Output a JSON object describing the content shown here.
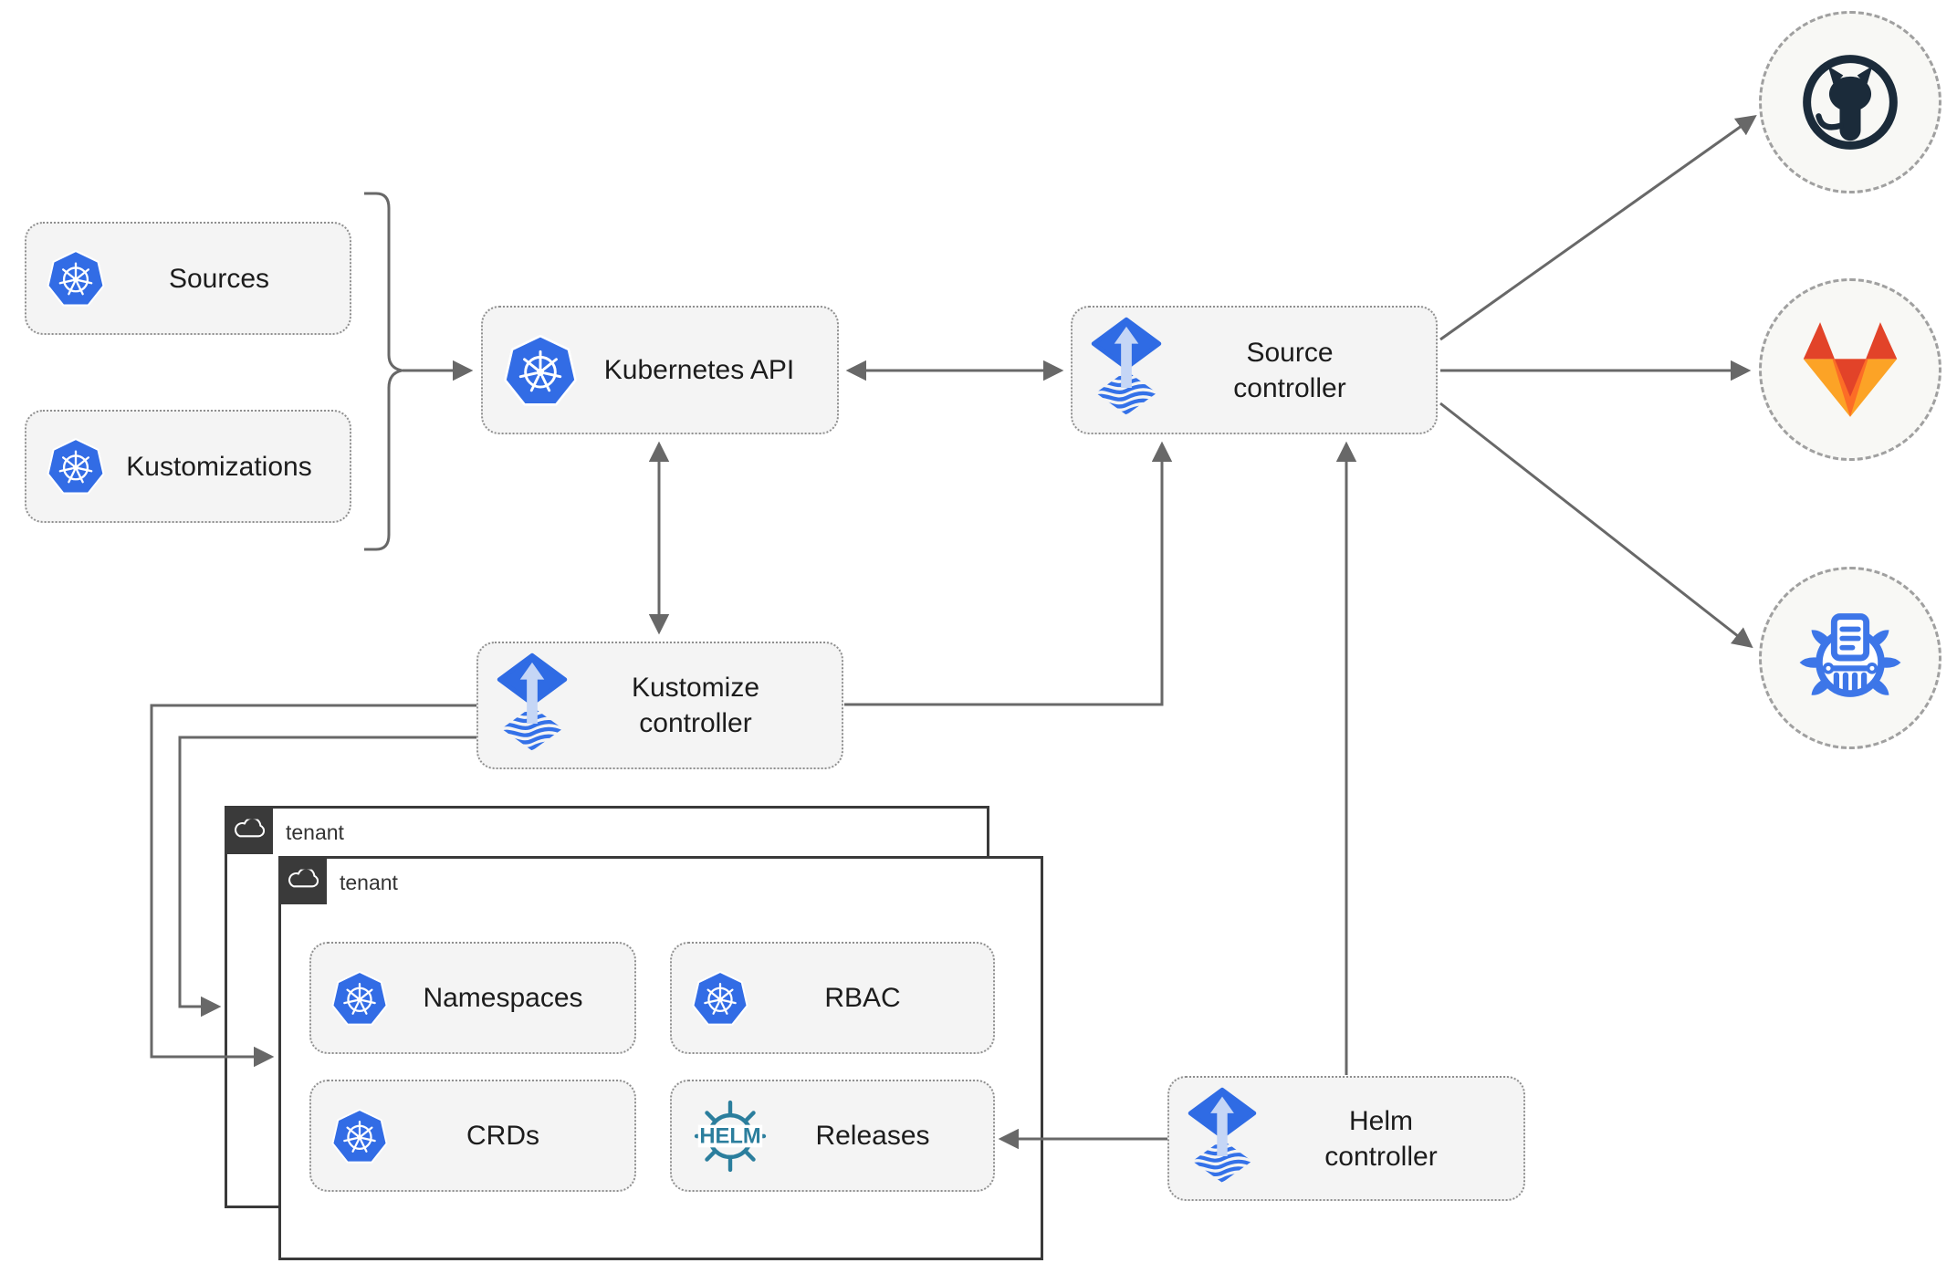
{
  "nodes": {
    "sources": {
      "label": "Sources"
    },
    "kustomizations": {
      "label": "Kustomizations"
    },
    "kubernetes_api": {
      "label": "Kubernetes API"
    },
    "source_controller": {
      "label": "Source controller"
    },
    "kustomize_controller": {
      "label": "Kustomize controller"
    },
    "helm_controller": {
      "label": "Helm controller"
    },
    "tenant_outer": {
      "label": "tenant"
    },
    "tenant_inner": {
      "label": "tenant"
    },
    "namespaces": {
      "label": "Namespaces"
    },
    "rbac": {
      "label": "RBAC"
    },
    "crds": {
      "label": "CRDs"
    },
    "releases": {
      "label": "Releases"
    }
  },
  "icons": {
    "helm_wordmark": "HELM",
    "kubernetes": "kubernetes-wheel-icon",
    "flux": "flux-gitops-icon",
    "github": "github-octocat-icon",
    "gitlab": "gitlab-tanuki-icon",
    "harbor": "harbor-registry-icon",
    "cloud": "cloud-icon"
  },
  "colors": {
    "kubernetes_blue": "#326ce5",
    "flux_blue": "#2f6be4",
    "flux_light_arrow": "#c5d6f6",
    "helm_teal": "#2b7e9d",
    "github_dark": "#1b2b3a",
    "gitlab_red_orange": "#e24329",
    "gitlab_orange": "#fc6d26",
    "gitlab_light_orange": "#fca326",
    "harbor_blue": "#3d76e8",
    "connector_gray": "#686868",
    "node_fill": "#f4f4f4",
    "node_border": "#8f8f8f",
    "tenant_dark": "#3a3a3a"
  }
}
